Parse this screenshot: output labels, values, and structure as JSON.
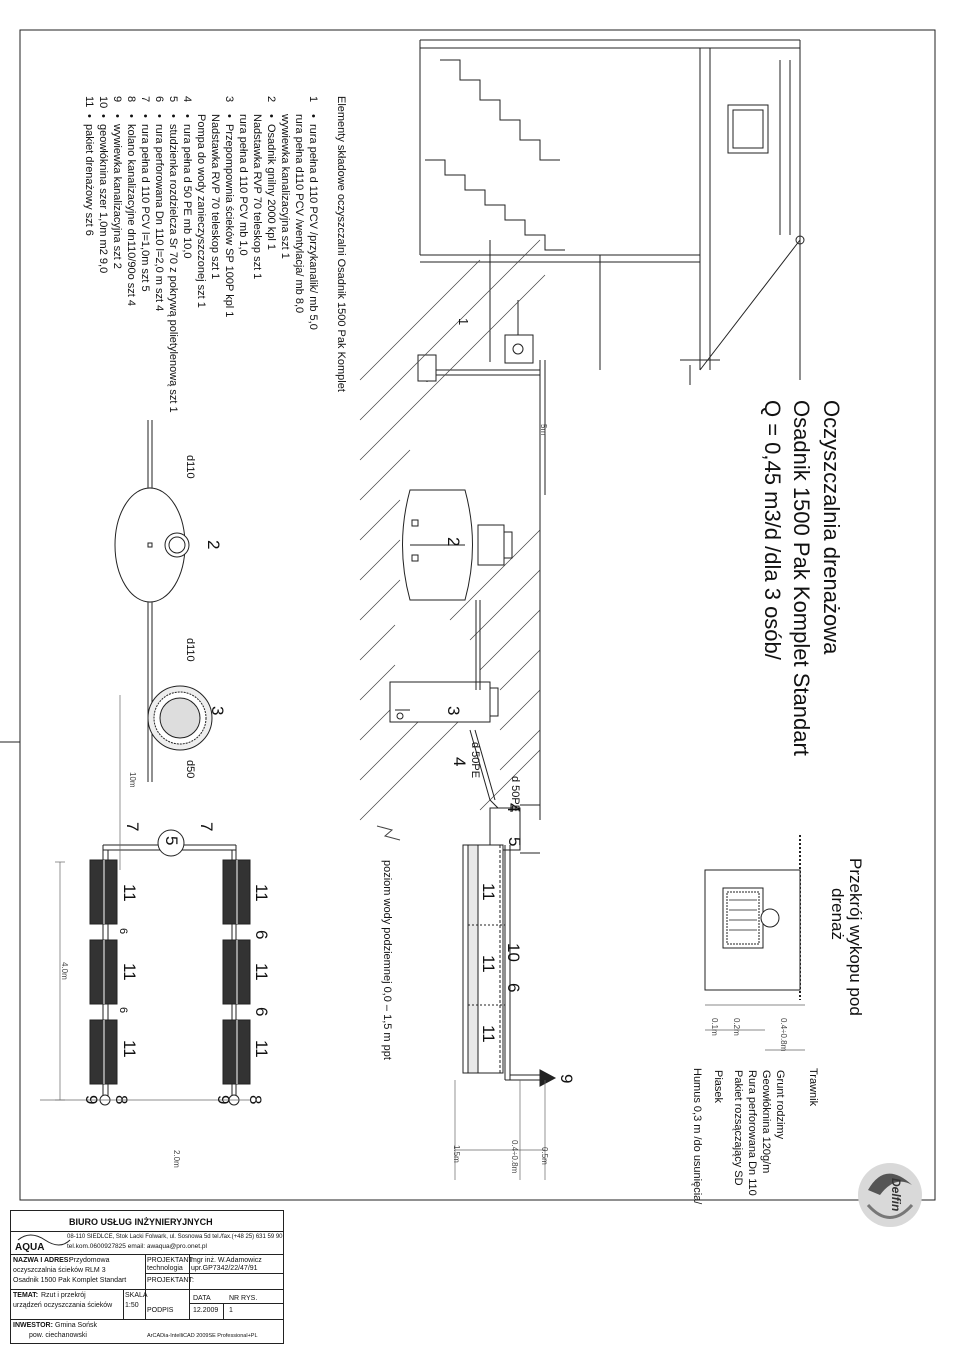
{
  "title": {
    "line1": "Oczyszczalnia drenażowa",
    "line2": "Osadnik 1500 Pak Komplet Standart",
    "line3": "Q = 0,45 m3/d /dla 3 osób/"
  },
  "section": {
    "title_line1": "Przekrój wykopu pod",
    "title_line2": "drenaż",
    "layers": [
      "Trawnik",
      "Grunt rodzimy",
      "Geowłóknina 120g/m",
      "Rura perforowana Dn 110",
      "Pakiet rozsączający SD",
      "Piasek",
      "Humus 0,3 m /do usunięcia/"
    ],
    "dims": [
      "0.1m",
      "0.2m",
      "0.4÷0.8m"
    ]
  },
  "components": {
    "heading": "Elementy składowe oczyszczalni Osadnik 1500 Pak Komplet",
    "items": [
      {
        "num": "1",
        "bullet": true,
        "text": "rura pełna d 110 PCV /przykanalik/ mb 5,0"
      },
      {
        "num": "",
        "bullet": false,
        "text": "rura pełna d110 PCV /wentylacja/ mb 8,0"
      },
      {
        "num": "",
        "bullet": false,
        "text": "wywiewka kanalizacyjna szt 1"
      },
      {
        "num": "2",
        "bullet": true,
        "text": "Osadnik gnilny 2000 kpl 1"
      },
      {
        "num": "",
        "bullet": false,
        "text": "Nadstawka RVP 70 teleskop szt 1"
      },
      {
        "num": "",
        "bullet": false,
        "text": "rura pełna d 110 PCV mb 1,0"
      },
      {
        "num": "3",
        "bullet": true,
        "text": "Przepompownia ścieków SP 100P kpl 1"
      },
      {
        "num": "",
        "bullet": false,
        "text": "Nadstawka RVP 70 teleskop szt 1"
      },
      {
        "num": "",
        "bullet": false,
        "text": "Pompa do wody zanieczyszczonej szt 1"
      },
      {
        "num": "4",
        "bullet": true,
        "text": "rura pełna d 50 PE mb 10,0"
      },
      {
        "num": "5",
        "bullet": true,
        "text": "studzienka rozdzielcza Sr 70 z pokrywą polietylenową szt 1"
      },
      {
        "num": "6",
        "bullet": true,
        "text": "rura perforowana Dn 110 l=2,0 m szt 4"
      },
      {
        "num": "7",
        "bullet": true,
        "text": "rura pełna d 110 PCV l=1,0m szt 5"
      },
      {
        "num": "8",
        "bullet": true,
        "text": "kolano kanalizacyjne dn110/90o szt 4"
      },
      {
        "num": "9",
        "bullet": true,
        "text": "wywiewka kanalizacyjna szt 2"
      },
      {
        "num": "10",
        "bullet": true,
        "text": "geowłóknina szer 1,0m m2 9,0"
      },
      {
        "num": "11",
        "bullet": true,
        "text": "pakiet drenażowy szt 6"
      }
    ]
  },
  "profile": {
    "groundwater": "poziom wody podziemnej 0,0 – 1,5 m ppt",
    "dim_5m": "5m",
    "dim_05m": "0.5m",
    "dim_0408m": "0.4÷0.8m",
    "dim_15m": "1.5m",
    "pipe_d50": "d 50PE",
    "markers": [
      "1",
      "2",
      "3",
      "4",
      "5",
      "10",
      "11",
      "11",
      "11",
      "6",
      "9"
    ]
  },
  "plan": {
    "pipe_d110_a": "d110",
    "pipe_d110_b": "d110",
    "pipe_d50": "d50",
    "dim_10m": "10m",
    "dim_40m": "4.0m",
    "dim_20m": "2.0m",
    "markers": [
      "2",
      "3",
      "5",
      "7",
      "7",
      "11",
      "6",
      "11",
      "6",
      "11",
      "8",
      "9",
      "11",
      "6",
      "11",
      "6",
      "11",
      "8",
      "9"
    ]
  },
  "logo": {
    "text": "Delfin"
  },
  "title_block": {
    "office": "BIURO USŁUG INŻYNIERYJNYCH",
    "brand": "AQUA",
    "address": "08-110 SIEDLCE, Stok Lacki Folwark, ul. Sosnowa 5d  tel./fax.(+48 25) 631 59 90",
    "contact": "tel.kom.0600927825      email:   awaqua@pro.onet.pl",
    "name_label": "NAZWA I ADRES:",
    "name_value1": "Przydomowa",
    "name_value2": "oczyszczalnia ścieków RLM 3",
    "name_value3": "Osadnik 1500 Pak Komplet Standart",
    "designer_label": "PROJEKTANT",
    "designer_label2": "technologia",
    "designer_value": "mgr inż. W.Adamowicz",
    "designer_license": "upr.GP7342/22/47/91",
    "designer_label3": "PROJEKTANT:",
    "topic_label": "TEMAT:",
    "topic_value": "Rzut i przekrój",
    "topic_value2": "urządzeń oczyszczania ścieków",
    "scale_label": "SKALA",
    "scale_value": "1:50",
    "sign_label": "PODPIS",
    "date_label": "DATA",
    "date_value": "12.2009",
    "drawing_label": "NR RYS.",
    "drawing_value": "1",
    "investor_label": "INWESTOR:",
    "investor_value": "Gmina Sońsk",
    "investor_value2": "pow. ciechanowski",
    "software": "ArCADia-IntelliCAD 2009SE Professional+PL"
  }
}
